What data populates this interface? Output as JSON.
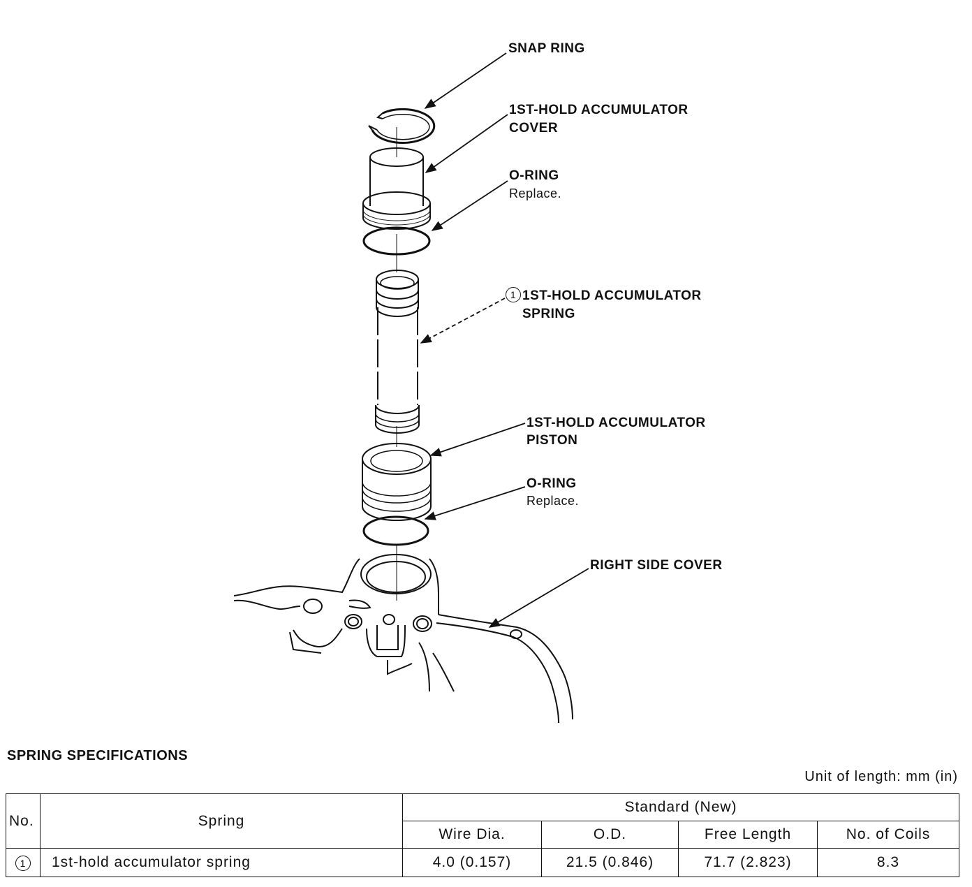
{
  "labels": {
    "snap_ring": "SNAP RING",
    "cover_line1": "1ST-HOLD ACCUMULATOR",
    "cover_line2": "COVER",
    "oring_top": "O-RING",
    "oring_top_note": "Replace.",
    "spring_marker": "1",
    "spring_line1": "1ST-HOLD ACCUMULATOR",
    "spring_line2": "SPRING",
    "piston_line1": "1ST-HOLD ACCUMULATOR",
    "piston_line2": "PISTON",
    "oring_bottom": "O-RING",
    "oring_bottom_note": "Replace.",
    "right_side_cover": "RIGHT SIDE COVER"
  },
  "spec": {
    "title": "SPRING SPECIFICATIONS",
    "unit_note": "Unit of length: mm (in)",
    "headers": {
      "no": "No.",
      "spring": "Spring",
      "standard": "Standard (New)",
      "wire_dia": "Wire Dia.",
      "od": "O.D.",
      "free_length": "Free Length",
      "coils": "No. of Coils"
    },
    "rows": [
      {
        "no": "1",
        "spring": "1st-hold accumulator spring",
        "wire_dia": "4.0 (0.157)",
        "od": "21.5 (0.846)",
        "free_length": "71.7 (2.823)",
        "coils": "8.3"
      }
    ]
  }
}
